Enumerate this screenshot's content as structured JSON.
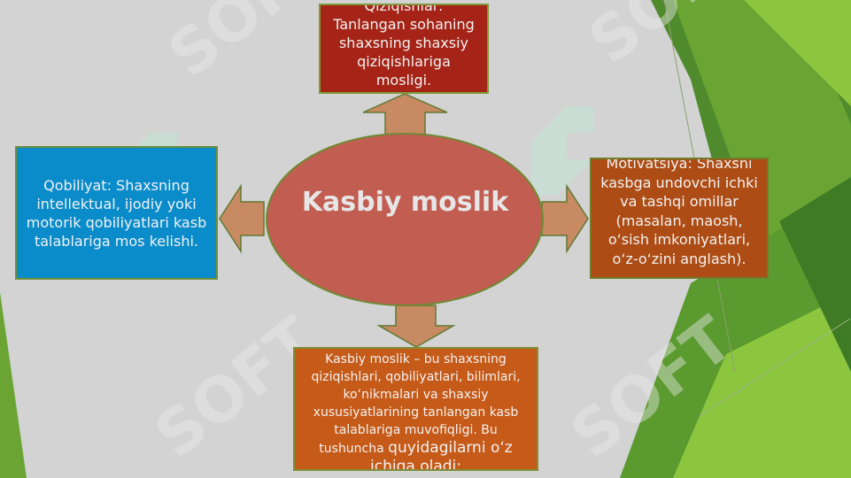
{
  "center": {
    "title": "Kasbiy moslik"
  },
  "top_box": {
    "text": "Qiziqishlar: Tanlangan sohaning shaxsning shaxsiy qiziqishlariga mosligi."
  },
  "left_box": {
    "text": "Qobiliyat: Shaxsning intellektual, ijodiy yoki motorik qobiliyatlari kasb talablariga mos kelishi."
  },
  "right_box": {
    "text": "Motivatsiya: Shaxsni kasbga undovchi ichki va tashqi omillar (masalan, maosh, o‘sish imkoniyatlari, o‘z-o‘zini anglash)."
  },
  "bottom_box": {
    "text": "Kasbiy moslik – bu shaxsning qiziqishlari, qobiliyatlari, bilimlari, ko‘nikmalari va shaxsiy xususiyatlarining tanlangan kasb talablariga muvofiqligi. Bu tushuncha ",
    "text_emphasis": "quyidagilarni o‘z ichiga oladi:"
  },
  "colors": {
    "background": "#d3d3d3",
    "top_box": "#a52417",
    "left_box": "#0a8ccb",
    "right_box": "#ad4d15",
    "bottom_box": "#c65a18",
    "ellipse": "#c25d52",
    "arrows": "#c88a62",
    "green_dark": "#4f8a2c",
    "green_light": "#8cc63f"
  },
  "watermark": "SOFT"
}
